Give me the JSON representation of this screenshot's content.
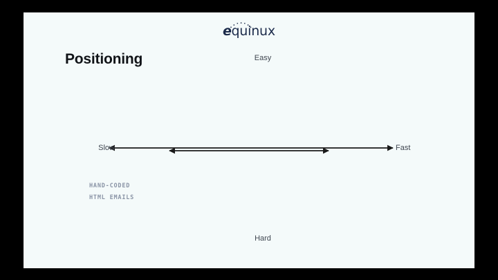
{
  "slide": {
    "background_color": "#f4fafa",
    "letterbox_color": "#000000",
    "title": "Positioning"
  },
  "logo": {
    "name": "equinux-logo",
    "mark": "e",
    "word": "quinux",
    "color": "#1b2a4a",
    "arc_dot_count": 7
  },
  "chart_data": {
    "type": "scatter",
    "title": "Positioning",
    "xlabel": "",
    "ylabel": "",
    "grid": false,
    "legend": null,
    "quadrant_axes": {
      "x_axis": {
        "left_label": "Slow",
        "right_label": "Fast",
        "arrows": "both"
      },
      "y_axis": {
        "top_label": "Easy",
        "bottom_label": "Hard",
        "arrows": "both"
      }
    },
    "axis_color": "#1a1a1a",
    "label_color": "#3f4650",
    "points": [
      {
        "label": "HAND-CODED HTML EMAILS",
        "quadrant": "slow-hard",
        "x": -0.62,
        "y": -0.28,
        "color": "#8a94a6"
      }
    ],
    "annotations": [
      {
        "name": "hand-coded-html-emails",
        "line1": "HAND-CODED",
        "line2": "HTML EMAILS",
        "color": "#8a94a6"
      }
    ]
  },
  "axis_labels": {
    "easy": "Easy",
    "hard": "Hard",
    "slow": "Slow",
    "fast": "Fast"
  },
  "annotation": {
    "line1": "HAND-CODED",
    "line2": "HTML EMAILS"
  }
}
